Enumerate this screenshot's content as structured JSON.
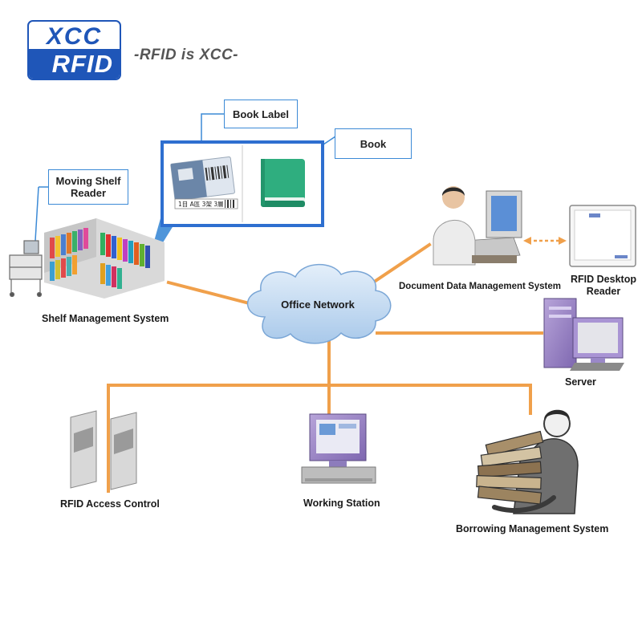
{
  "logo": {
    "line1": "XCC",
    "line2": "RFID",
    "slogan": "-RFID is XCC-"
  },
  "callouts": {
    "book_label": "Book Label",
    "book": "Book",
    "moving_shelf_reader": "Moving Shelf Reader"
  },
  "book_label_tag": {
    "text": "1目 A區 3架 3層"
  },
  "network": {
    "label": "Office Network"
  },
  "nodes": {
    "shelf_management_system": "Shelf Management System",
    "document_data_management_system": "Document Data Management System",
    "rfid_desktop_reader": "RFID Desktop Reader",
    "server": "Server",
    "rfid_access_control": "RFID Access Control",
    "working_station": "Working Station",
    "borrowing_management_system": "Borrowing Management System"
  },
  "colors": {
    "brand_blue": "#1f56b8",
    "callout_border": "#3c8ad6",
    "network_line": "#f0a04b",
    "cloud_fill": "#c5dcf2",
    "book_green": "#2fae7f"
  },
  "icons": [
    "rfid-desktop-reader-icon",
    "server-icon",
    "access-gate-icon",
    "workstation-icon",
    "person-carrying-books-icon",
    "person-at-computer-icon",
    "bookshelf-icon",
    "mobile-reader-cart-icon",
    "book-icon",
    "book-label-tag-icon",
    "cloud-icon"
  ]
}
